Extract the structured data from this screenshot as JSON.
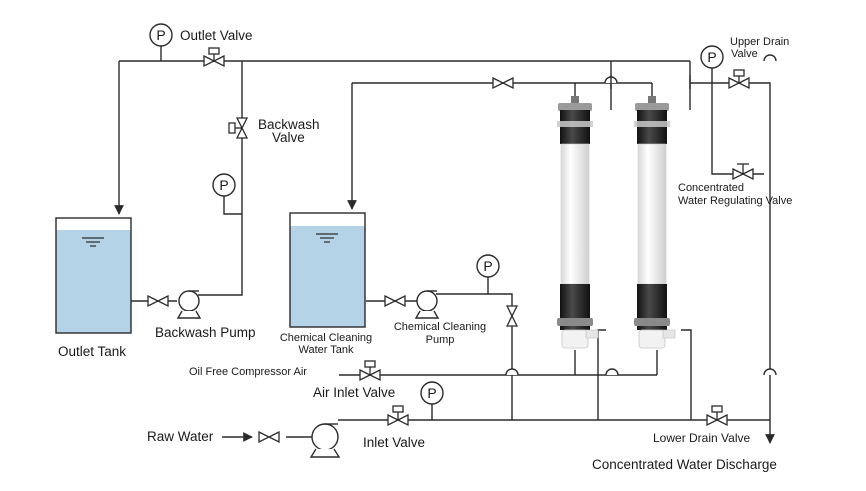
{
  "labels": {
    "outlet_valve": "Outlet Valve",
    "backwash_valve_1": "Backwash",
    "backwash_valve_2": "Valve",
    "upper_drain_valve_1": "Upper Drain",
    "upper_drain_valve_2": "Valve",
    "concentrated_regulating_1": "Concentrated",
    "concentrated_regulating_2": "Water Regulating Valve",
    "outlet_tank": "Outlet Tank",
    "backwash_pump": "Backwash Pump",
    "chemical_tank_1": "Chemical Cleaning",
    "chemical_tank_2": "Water Tank",
    "chemical_pump_1": "Chemical Cleaning",
    "chemical_pump_2": "Pump",
    "oil_free_air": "Oil Free Compressor Air",
    "air_inlet_valve": "Air Inlet Valve",
    "raw_water": "Raw Water",
    "inlet_valve": "Inlet Valve",
    "lower_drain_valve": "Lower Drain Valve",
    "concentrated_discharge": "Concentrated Water Discharge"
  },
  "gauge_letter": "P",
  "colors": {
    "pipe": "#2b2b2b",
    "water": "#b5d3e6",
    "membrane_black": "#1e1e1e",
    "membrane_white": "#f6f6f6"
  }
}
